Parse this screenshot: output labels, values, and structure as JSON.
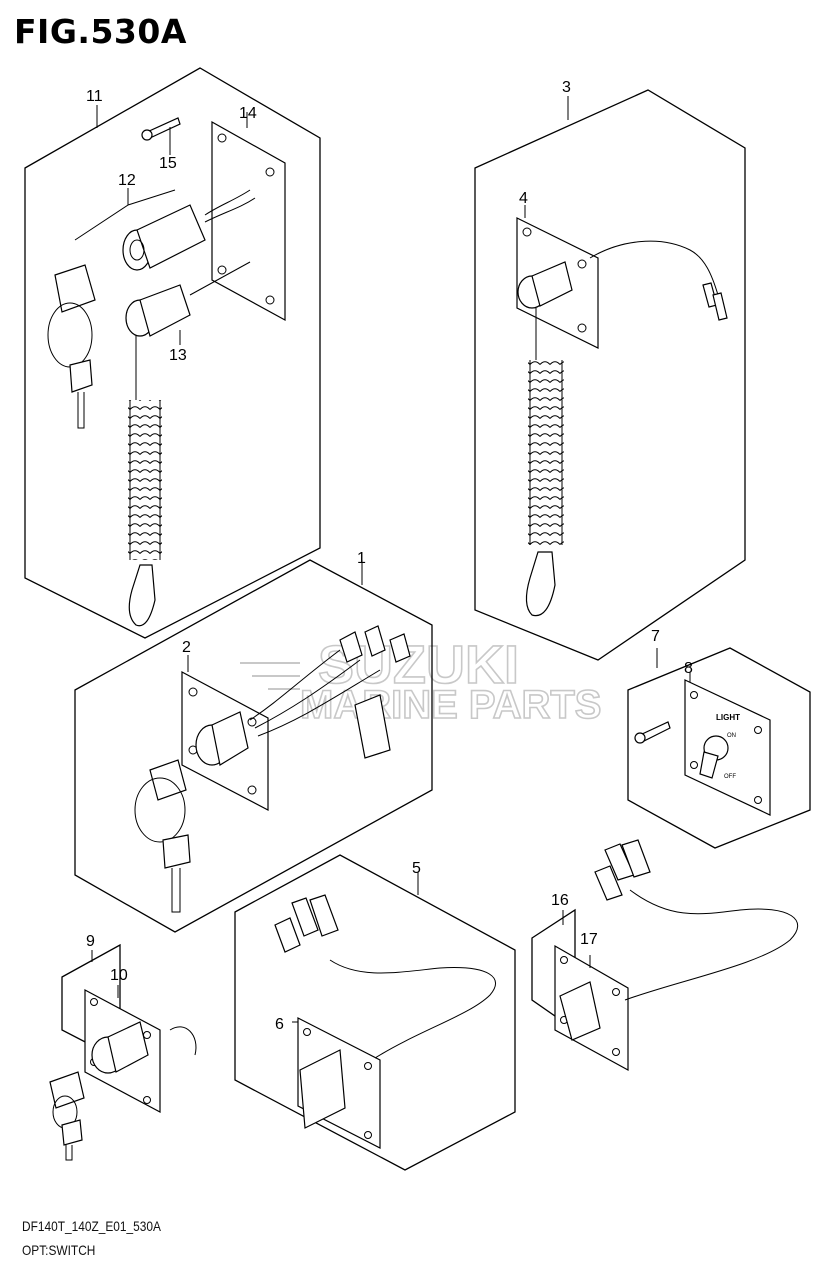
{
  "figure": {
    "title": "FIG.530A",
    "footer_model": "DF140T_140Z_E01_530A",
    "footer_name": "OPT:SWITCH"
  },
  "watermark": {
    "line1": "SUZUKI",
    "line2": "MARINE PARTS"
  },
  "callouts": {
    "c1": "1",
    "c2": "2",
    "c3": "3",
    "c4": "4",
    "c5": "5",
    "c6": "6",
    "c7": "7",
    "c8": "8",
    "c9": "9",
    "c10": "10",
    "c11": "11",
    "c12": "12",
    "c13": "13",
    "c14": "14",
    "c15": "15",
    "c16": "16",
    "c17": "17"
  },
  "switch_labels": {
    "light": "LIGHT",
    "on": "ON",
    "off": "OFF"
  }
}
